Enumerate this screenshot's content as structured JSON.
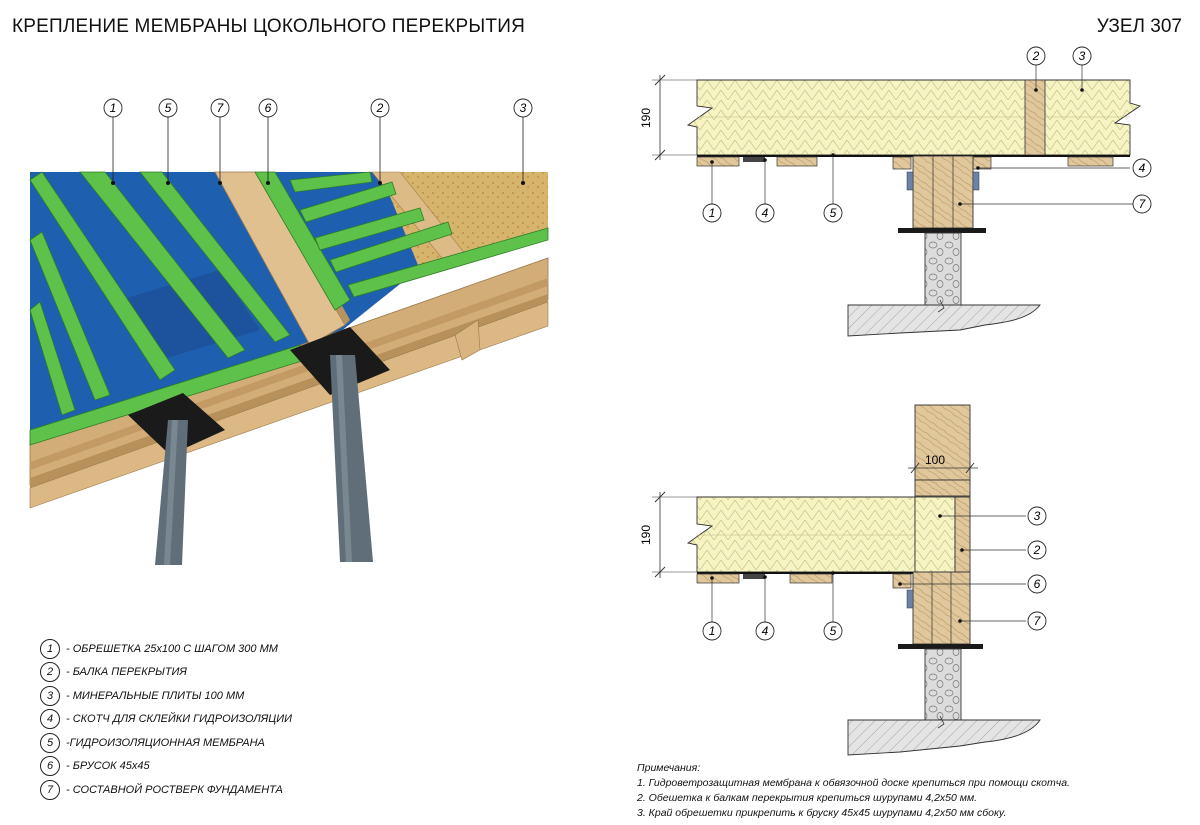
{
  "header": {
    "title": "КРЕПЛЕНИЕ МЕМБРАНЫ ЦОКОЛЬНОГО ПЕРЕКРЫТИЯ",
    "node": "УЗЕЛ 307"
  },
  "iso_view": {
    "callouts": [
      "1",
      "5",
      "7",
      "6",
      "2",
      "3"
    ]
  },
  "section_top": {
    "dimension": "190",
    "callouts": {
      "top": [
        "2",
        "3"
      ],
      "right": [
        "4",
        "7"
      ],
      "bottom": [
        "1",
        "4",
        "5"
      ]
    }
  },
  "section_bottom": {
    "dimension_vertical": "190",
    "dimension_horizontal": "100",
    "callouts": {
      "right": [
        "3",
        "2",
        "6",
        "7"
      ],
      "bottom": [
        "1",
        "4",
        "5"
      ]
    }
  },
  "legend": [
    {
      "num": "1",
      "text": " - ОБРЕШЕТКА 25x100 С ШАГОМ 300 ММ"
    },
    {
      "num": "2",
      "text": "- БАЛКА ПЕРЕКРЫТИЯ"
    },
    {
      "num": "3",
      "text": "- МИНЕРАЛЬНЫЕ ПЛИТЫ 100 ММ"
    },
    {
      "num": "4",
      "text": "- СКОТЧ ДЛЯ СКЛЕЙКИ ГИДРОИЗОЛЯЦИИ"
    },
    {
      "num": "5",
      "text": "-ГИДРОИЗОЛЯЦИОННАЯ МЕМБРАНА"
    },
    {
      "num": "6",
      "text": "- БРУСОК 45x45"
    },
    {
      "num": "7",
      "text": " - СОСТАВНОЙ РОСТВЕРК ФУНДАМЕНТА"
    }
  ],
  "notes": {
    "header": "Примечания:",
    "items": [
      "1. Гидроветрозащитная мембрана к обвязочной доске крепиться при помощи скотча.",
      "2. Обешетка к балкам перекрытия крепиться шурупами 4,2x50 мм.",
      "3. Край обрешетки прикрепить к бруску 45x45 шурупами 4,2x50 мм сбоку."
    ]
  },
  "colors": {
    "membrane_blue": "#1f5fb0",
    "batten_green": "#5ec24a",
    "wood": "#d9b98c",
    "osb": "#d8b46e",
    "insulation": "#f7f4c4",
    "pile": "#5f6e78",
    "plate": "#1a1a1a"
  }
}
